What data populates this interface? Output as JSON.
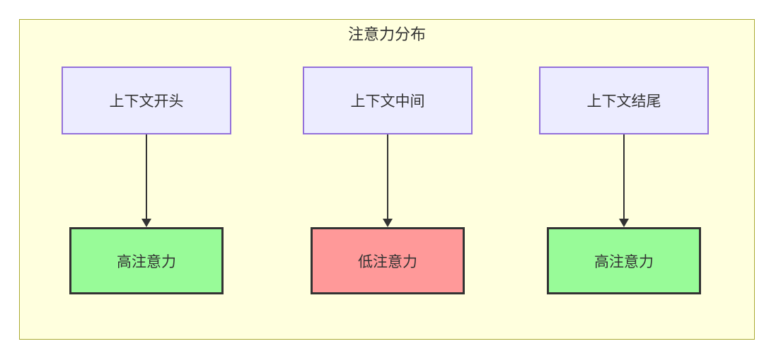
{
  "diagram": {
    "title": "注意力分布",
    "columns": [
      {
        "source": "上下文开头",
        "target": "高注意力",
        "level": "high"
      },
      {
        "source": "上下文中间",
        "target": "低注意力",
        "level": "low"
      },
      {
        "source": "上下文结尾",
        "target": "高注意力",
        "level": "high"
      }
    ],
    "colors": {
      "container_bg": "#ffffde",
      "container_border": "#aaaa33",
      "source_fill": "#ececff",
      "source_border": "#9370db",
      "high_fill": "#98fb98",
      "low_fill": "#ff9999",
      "target_border": "#333333",
      "arrow": "#333333",
      "text": "#333333"
    }
  }
}
